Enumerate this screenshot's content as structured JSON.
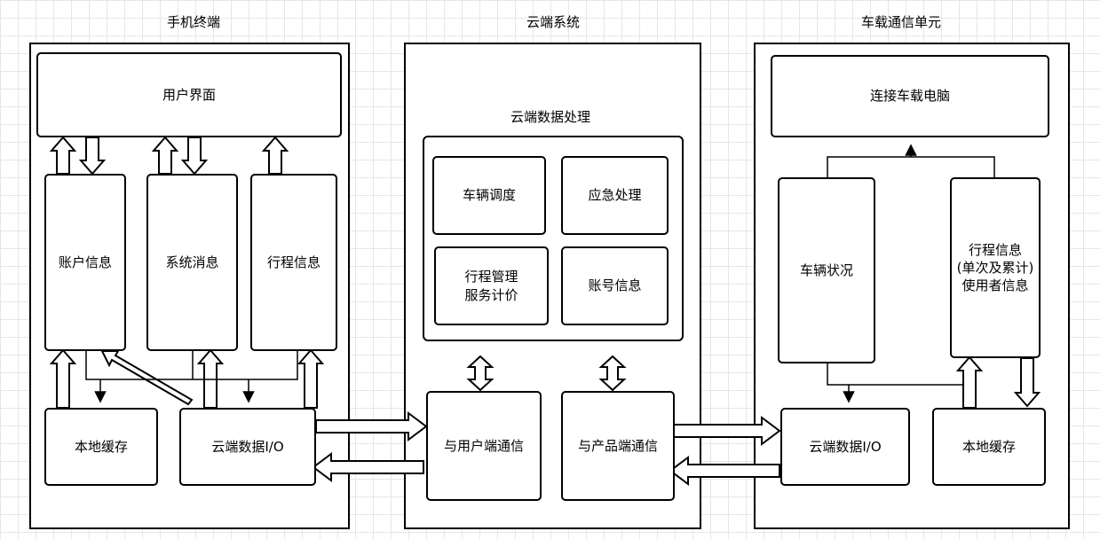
{
  "columns": {
    "phone": {
      "title": "手机终端"
    },
    "cloud": {
      "title": "云端系统"
    },
    "vehicle": {
      "title": "车载通信单元"
    }
  },
  "phone": {
    "ui": "用户界面",
    "account_info": "账户信息",
    "system_msg": "系统消息",
    "trip_info": "行程信息",
    "local_cache": "本地缓存",
    "cloud_io": "云端数据I/O"
  },
  "cloud": {
    "processing_label": "云端数据处理",
    "dispatch": "车辆调度",
    "emergency": "应急处理",
    "trip_billing": "行程管理\n服务计价",
    "account_no": "账号信息",
    "user_comm": "与用户端通信",
    "product_comm": "与产品端通信"
  },
  "vehicle": {
    "connect_pc": "连接车载电脑",
    "status": "车辆状况",
    "trip_info": "行程信息\n(单次及累计)\n使用者信息",
    "cloud_io": "云端数据I/O",
    "local_cache": "本地缓存"
  }
}
